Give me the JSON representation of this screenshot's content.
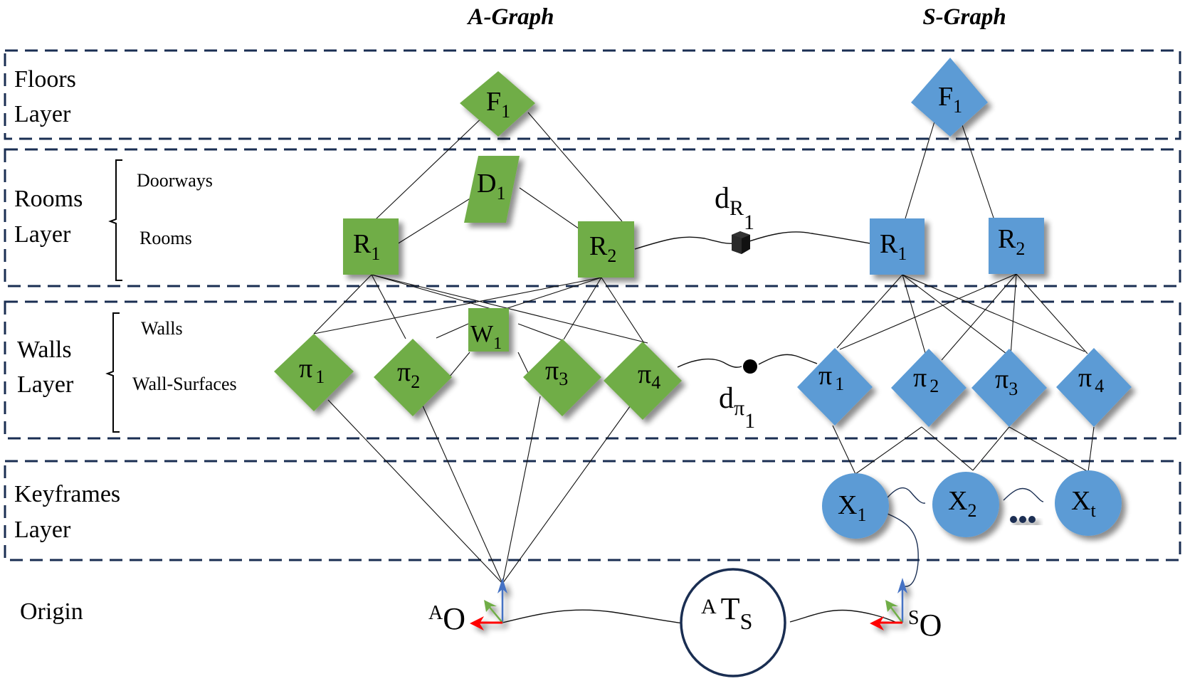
{
  "titles": {
    "a_graph": "A-Graph",
    "s_graph": "S-Graph"
  },
  "colors": {
    "a_graph_node": "#70ad47",
    "s_graph_node": "#5b9bd5",
    "layer_border": "#1a2e52",
    "axis_x": "#ff0000",
    "axis_y": "#70ad47",
    "axis_z": "#4472c4"
  },
  "layers": [
    {
      "id": "floors",
      "line1": "Floors",
      "line2": "Layer"
    },
    {
      "id": "rooms",
      "line1": "Rooms",
      "line2": "Layer",
      "sublabels": [
        "Doorways",
        "Rooms"
      ]
    },
    {
      "id": "walls",
      "line1": "Walls",
      "line2": "Layer",
      "sublabels": [
        "Walls",
        "Wall-Surfaces"
      ]
    },
    {
      "id": "keyframes",
      "line1": "Keyframes",
      "line2": "Layer"
    }
  ],
  "origin_label": "Origin",
  "a_graph": {
    "floor": {
      "base": "F",
      "sub": "1"
    },
    "doorway": {
      "base": "D",
      "sub": "1"
    },
    "rooms": [
      {
        "base": "R",
        "sub": "1"
      },
      {
        "base": "R",
        "sub": "2"
      }
    ],
    "wall": {
      "base": "W",
      "sub": "1"
    },
    "planes": [
      {
        "base": "π",
        "sub": "1"
      },
      {
        "base": "π",
        "sub": "2"
      },
      {
        "base": "π",
        "sub": "3"
      },
      {
        "base": "π",
        "sub": "4"
      }
    ],
    "origin": {
      "pre": "A",
      "base": "O"
    }
  },
  "s_graph": {
    "floor": {
      "base": "F",
      "sub": "1"
    },
    "rooms": [
      {
        "base": "R",
        "sub": "1"
      },
      {
        "base": "R",
        "sub": "2"
      }
    ],
    "planes": [
      {
        "base": "π",
        "sub": "1"
      },
      {
        "base": "π",
        "sub": "2"
      },
      {
        "base": "π",
        "sub": "3"
      },
      {
        "base": "π",
        "sub": "4"
      }
    ],
    "keyframes": [
      {
        "base": "X",
        "sub": "1"
      },
      {
        "base": "X",
        "sub": "2"
      },
      {
        "base": "X",
        "sub": "t"
      }
    ],
    "ellipsis": "...",
    "origin": {
      "pre": "S",
      "base": "O"
    }
  },
  "links": {
    "room_link": {
      "base": "d",
      "sub": "R",
      "subsub": "1"
    },
    "plane_link": {
      "base": "d",
      "sub": "π",
      "subsub": "1"
    },
    "transform": {
      "pre": "A",
      "base": "T",
      "sub": "S"
    }
  }
}
